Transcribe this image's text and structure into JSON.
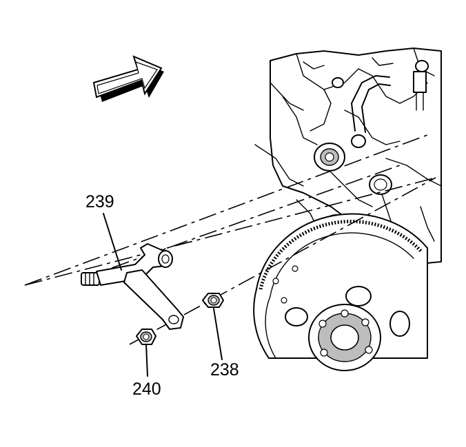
{
  "callouts": {
    "part_239": "239",
    "part_238": "238",
    "part_240": "240"
  },
  "icons": {
    "direction_arrow": "view-direction-arrow-icon"
  }
}
